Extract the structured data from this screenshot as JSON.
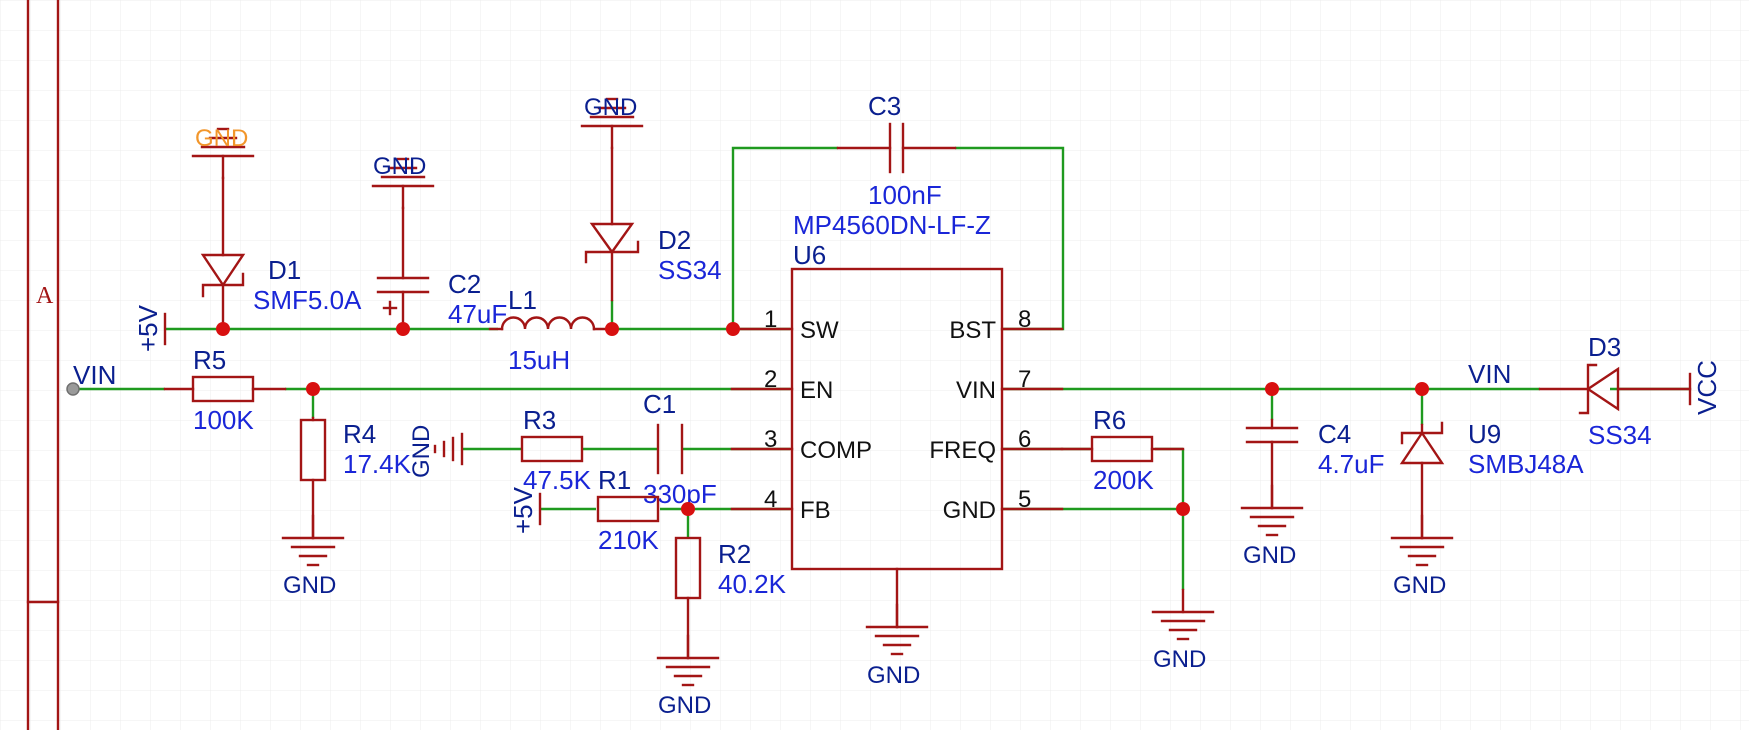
{
  "frame": {
    "zone_label": "A"
  },
  "net_labels": {
    "vin_left": "VIN",
    "vin_right": "VIN"
  },
  "power_ports": {
    "p5v_top": "+5V",
    "p5v_fb": "+5V",
    "vcc": "VCC"
  },
  "gnd_labels": {
    "d1": "GND",
    "c2": "GND",
    "d2": "GND",
    "r4": "GND",
    "r3": "GND",
    "r2": "GND",
    "u6": "GND",
    "r6": "GND",
    "c4": "GND",
    "u9": "GND"
  },
  "components": {
    "D1": {
      "ref": "D1",
      "value": "SMF5.0A"
    },
    "C2": {
      "ref": "C2",
      "value": "47uF"
    },
    "L1": {
      "ref": "L1",
      "value": "15uH"
    },
    "D2": {
      "ref": "D2",
      "value": "SS34"
    },
    "C3": {
      "ref": "C3",
      "value": "100nF"
    },
    "U6": {
      "ref": "U6",
      "value": "MP4560DN-LF-Z"
    },
    "R5": {
      "ref": "R5",
      "value": "100K"
    },
    "R4": {
      "ref": "R4",
      "value": "17.4K"
    },
    "R3": {
      "ref": "R3",
      "value": "47.5K"
    },
    "C1": {
      "ref": "C1",
      "value": "330pF"
    },
    "R1": {
      "ref": "R1",
      "value": "210K"
    },
    "R2": {
      "ref": "R2",
      "value": "40.2K"
    },
    "R6": {
      "ref": "R6",
      "value": "200K"
    },
    "C4": {
      "ref": "C4",
      "value": "4.7uF"
    },
    "U9": {
      "ref": "U9",
      "value": "SMBJ48A"
    },
    "D3": {
      "ref": "D3",
      "value": "SS34"
    }
  },
  "u6_pins": [
    {
      "num": "1",
      "name": "SW"
    },
    {
      "num": "2",
      "name": "EN"
    },
    {
      "num": "3",
      "name": "COMP"
    },
    {
      "num": "4",
      "name": "FB"
    },
    {
      "num": "8",
      "name": "BST"
    },
    {
      "num": "7",
      "name": "VIN"
    },
    {
      "num": "6",
      "name": "FREQ"
    },
    {
      "num": "5",
      "name": "GND"
    }
  ],
  "colors": {
    "wire": "#1f9a1f",
    "part": "#a31515",
    "junction": "#d81010",
    "designator": "#0a1f8f",
    "value": "#1a26d8",
    "grid": "#ececec"
  }
}
